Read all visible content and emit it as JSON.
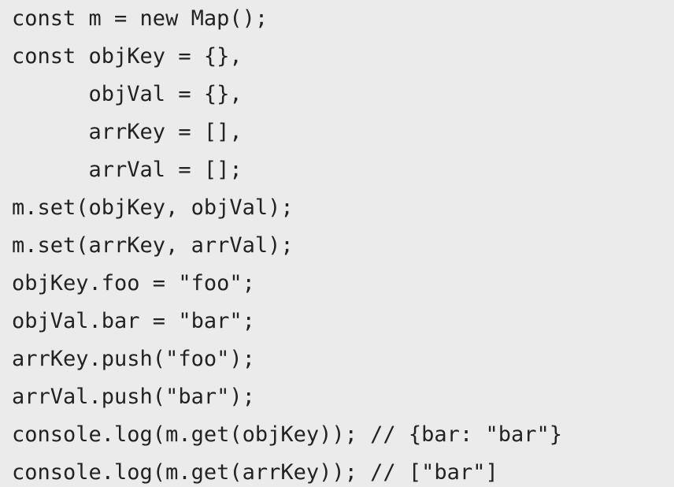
{
  "code": {
    "lines": [
      "const m = new Map();",
      "const objKey = {},",
      "      objVal = {},",
      "      arrKey = [],",
      "      arrVal = [];",
      "m.set(objKey, objVal);",
      "m.set(arrKey, arrVal);",
      "objKey.foo = \"foo\";",
      "objVal.bar = \"bar\";",
      "arrKey.push(\"foo\");",
      "arrVal.push(\"bar\");",
      "console.log(m.get(objKey)); // {bar: \"bar\"}",
      "console.log(m.get(arrKey)); // [\"bar\"]"
    ]
  },
  "colors": {
    "background": "#ebebeb",
    "text": "#222222"
  }
}
